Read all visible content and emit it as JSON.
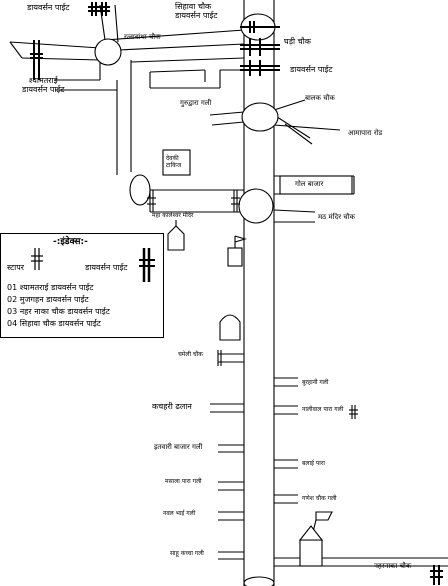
{
  "labels": {
    "top_diversion": "डायवर्सन पाईट",
    "sihawa_chowk_diversion": "सिहावा चौक\nडायवर्सन पाईट",
    "ratnabandha_chowk": "रत्नाबांधा चौक",
    "ghadi_chowk": "घड़ी चौक",
    "syamtarai_diversion": "श्यामतराई\nडायवर्सन पाईट",
    "diversion_2": "डायवर्सन पाईट",
    "balak_chowk": "बालक चौक",
    "gurudwara_gali": "गुरुद्वारा गली",
    "aamapara_road": "आमापारा रोड",
    "devki_talkies": "देवकी\nटाकिज",
    "gol_bazar": "गोल बाजार",
    "maha_kaleshwar_mandir": "महा कालेश्वर मंदिर",
    "math_mandir_chowk": "मठ मंदिर चौक",
    "chameli_chowk": "चमेली चौक",
    "burhani_gali": "बुरहानी गली",
    "kachahari_dhalan": "कचहरी ढलान",
    "naliwala_para_gali": "नालीवाल पारा गली",
    "itwari_bazar_gali": "इतवारी बाजार गली",
    "badlai_para": "बलाई पारा",
    "masala_para_gali": "मसाला पारा गली",
    "ganesh_chowk_gali": "गणेश चौक गली",
    "naval_bhai_gali": "नवल भाई गली",
    "nehru_naka_chowk": "नहरनाका चौक",
    "sahu_kachha_gali": "साहू कच्चा गली",
    "right_bottom_symbol": "‡"
  },
  "legend": {
    "title": "-:इंडेक्स:-",
    "stopper": "स्टापर",
    "diversion_point": "डायवर्सन पाईट",
    "items": [
      "01 श्यामतराई डायवर्सन पाईट",
      "02 मुजगहन डायवर्सन पाईट",
      "03 नहर नाका चौक डायवर्सन पाईट",
      "04 सिहावा चौक डायवर्सन पाईट"
    ]
  },
  "colors": {
    "line": "#000000",
    "background": "#ffffff"
  }
}
